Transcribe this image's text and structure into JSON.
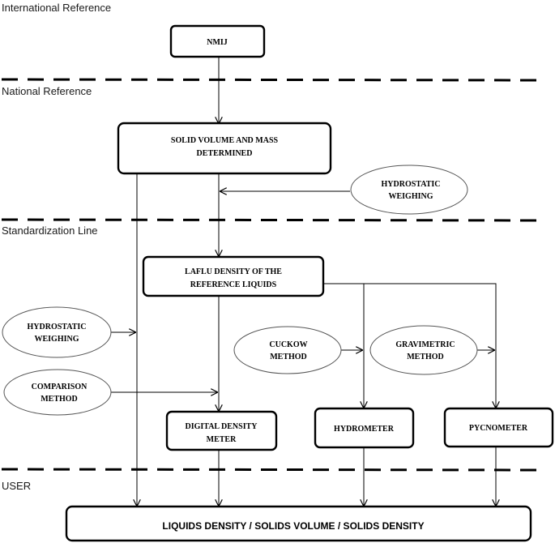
{
  "levels": {
    "international": "International  Reference",
    "national": "National Reference",
    "standardization": "Standardization Line",
    "user": "USER"
  },
  "boxes": {
    "nmij": "NMIJ",
    "solid_line1": "SOLID VOLUME AND MASS",
    "solid_line2": "DETERMINED",
    "laflu_line1": "LAFLU DENSITY OF THE",
    "laflu_line2": "REFERENCE LIQUIDS",
    "digital_line1": "DIGITAL DENSITY",
    "digital_line2": "METER",
    "hydrometer": "HYDROMETER",
    "pycnometer": "PYCNOMETER",
    "result": "LIQUIDS DENSITY / SOLIDS VOLUME / SOLIDS DENSITY"
  },
  "ovals": {
    "hydrostatic_top_line1": "HYDROSTATIC",
    "hydrostatic_top_line2": "WEIGHING",
    "hydrostatic_left_line1": "HYDROSTATIC",
    "hydrostatic_left_line2": "WEIGHING",
    "comparison_line1": "COMPARISON",
    "comparison_line2": "METHOD",
    "cuckow_line1": "CUCKOW",
    "cuckow_line2": "METHOD",
    "gravimetric_line1": "GRAVIMETRIC",
    "gravimetric_line2": "METHOD"
  }
}
